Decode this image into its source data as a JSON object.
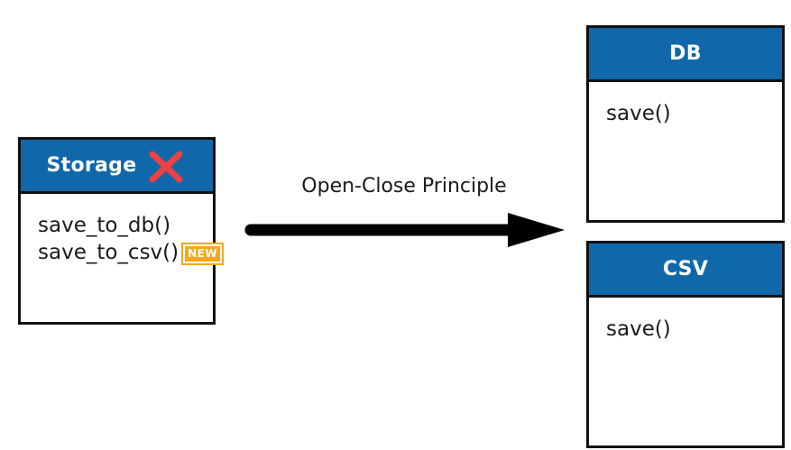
{
  "diagram": {
    "arrow": {
      "label": "Open-Close Principle"
    },
    "storage": {
      "name": "Storage",
      "methods": [
        "save_to_db()",
        "save_to_csv()"
      ],
      "badge": "NEW"
    },
    "db": {
      "name": "DB",
      "methods": [
        "save()"
      ]
    },
    "csv": {
      "name": "CSV",
      "methods": [
        "save()"
      ]
    },
    "icons": {
      "deprecated_cross": "red-x-cross-icon",
      "transition_arrow": "right-arrow-icon"
    },
    "colors": {
      "class_header_blue": "#1068AA",
      "box_border_black": "#111111",
      "cross_red": "#EE4143",
      "new_badge_orange": "#F3A81E",
      "arrow_black": "#000000",
      "text_black": "#1a1a1a"
    }
  }
}
